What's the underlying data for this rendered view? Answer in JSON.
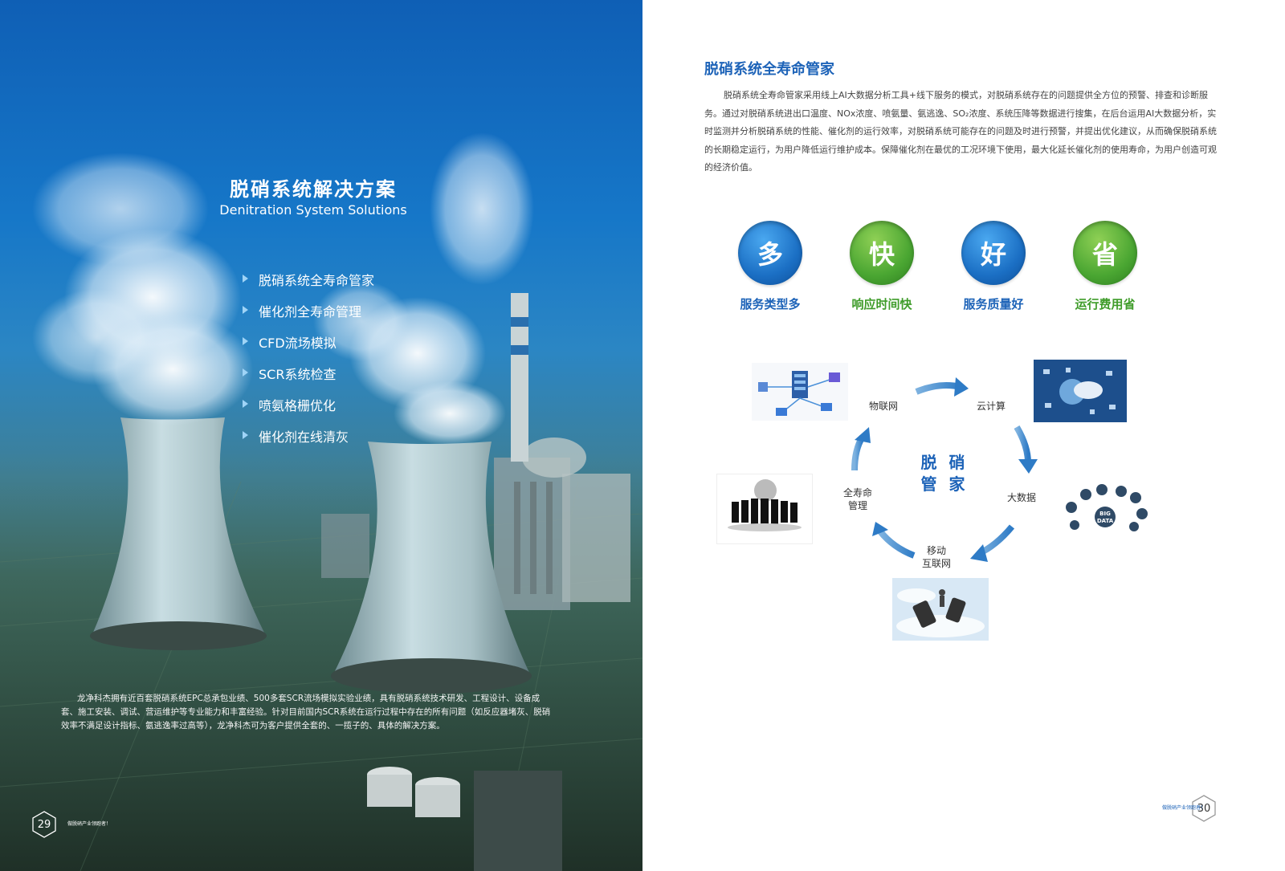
{
  "left": {
    "title": "脱硝系统解决方案",
    "subtitle": "Denitration System Solutions",
    "menu": [
      "脱硝系统全寿命管家",
      "催化剂全寿命管理",
      "CFD流场模拟",
      "SCR系统检查",
      "喷氨格栅优化",
      "催化剂在线清灰"
    ],
    "paragraph": "龙净科杰拥有近百套脱硝系统EPC总承包业绩、500多套SCR流场模拟实验业绩，具有脱硝系统技术研发、工程设计、设备成套、施工安装、调试、营运维护等专业能力和丰富经验。针对目前国内SCR系统在运行过程中存在的所有问题（如反应器堵灰、脱硝效率不满足设计指标、氨逃逸率过高等），龙净科杰可为客户提供全套的、一揽子的、具体的解决方案。",
    "page_number": "29",
    "slogan": "做脱硝产业领跑者！"
  },
  "right": {
    "section_title": "脱硝系统全寿命管家",
    "section_body": "脱硝系统全寿命管家采用线上AI大数据分析工具+线下服务的模式，对脱硝系统存在的问题提供全方位的预警、排查和诊断服务。通过对脱硝系统进出口温度、NOx浓度、喷氨量、氨逃逸、SO₂浓度、系统压降等数据进行搜集，在后台运用AI大数据分析，实时监测并分析脱硝系统的性能、催化剂的运行效率，对脱硝系统可能存在的问题及时进行预警，并提出优化建议，从而确保脱硝系统的长期稳定运行，为用户降低运行维护成本。保障催化剂在最优的工况环境下使用，最大化延长催化剂的使用寿命，为用户创造可观的经济价值。",
    "badges": [
      {
        "char": "多",
        "label": "服务类型多",
        "color": "#1d63b8"
      },
      {
        "char": "快",
        "label": "响应时间快",
        "color": "#3f9c2a"
      },
      {
        "char": "好",
        "label": "服务质量好",
        "color": "#1d63b8"
      },
      {
        "char": "省",
        "label": "运行费用省",
        "color": "#3f9c2a"
      }
    ],
    "cycle": {
      "center_line1": "脱 硝",
      "center_line2": "管 家",
      "iot": "物联网",
      "cloud": "云计算",
      "bigdata": "大数据",
      "mobile_line1": "移动",
      "mobile_line2": "互联网",
      "lifecycle_line1": "全寿命",
      "lifecycle_line2": "管理",
      "big_data_icon_text1": "BIG",
      "big_data_icon_text2": "DATA"
    },
    "page_number": "30",
    "slogan": "做脱硝产业领跑者！"
  }
}
